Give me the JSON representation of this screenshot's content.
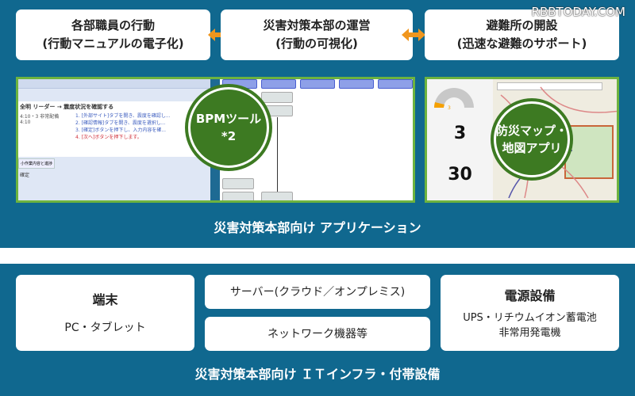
{
  "watermark": "RBBTODAY.COM",
  "top_boxes": [
    {
      "line1": "各部職員の行動",
      "line2": "(行動マニュアルの電子化)"
    },
    {
      "line1": "災害対策本部の運営",
      "line2": "(行動の可視化)"
    },
    {
      "line1": "避難所の開設",
      "line2": "(迅速な避難のサポート)"
    }
  ],
  "bpm_panel": {
    "title": "全明 リーダー → 震度状況を確認する",
    "time1": "4:10・3 非常配備",
    "time2": "4:10",
    "steps": [
      "1. [外部サイト]タブを開き、震度を確認し...",
      "2. [確認情報]タブを開き、震度を選択し...",
      "3. [確定]ボタンを押下し、入力内容を確...",
      "4. [次へ]ボタンを押下します。"
    ],
    "tab": "小作業内容と進捗",
    "confirm": "確定",
    "badge": "BPMツール*2"
  },
  "map_panel": {
    "value1": "3",
    "value2": "30",
    "gauge_value": "3",
    "badge_line1": "防災マップ・",
    "badge_line2": "地図アプリ"
  },
  "app_label": "災害対策本部向け アプリケーション",
  "infra": {
    "terminal_title": "端末",
    "terminal_sub": "PC・タブレット",
    "server": "サーバー(クラウド／オンプレミス)",
    "network": "ネットワーク機器等",
    "power_title": "電源設備",
    "power_line1": "UPS・リチウムイオン蓄電池",
    "power_line2": "非常用発電機"
  },
  "infra_label": "災害対策本部向け ＩＴインフラ・付帯設備",
  "colors": {
    "band": "#10688f",
    "arrow": "#f0961e",
    "frame": "#6db33f",
    "badge": "#3d7a22"
  }
}
